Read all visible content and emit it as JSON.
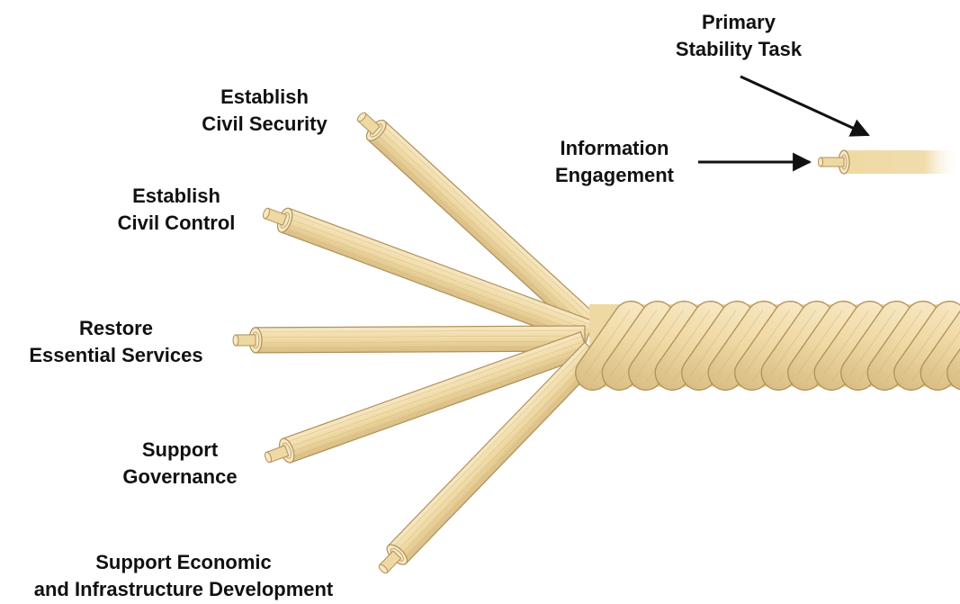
{
  "labels": {
    "primary_task": [
      "Primary",
      "Stability Task"
    ],
    "information_engagement": [
      "Information",
      "Engagement"
    ],
    "civil_security": [
      "Establish",
      "Civil Security"
    ],
    "civil_control": [
      "Establish",
      "Civil Control"
    ],
    "essential_services": [
      "Restore",
      "Essential Services"
    ],
    "governance": [
      "Support",
      "Governance"
    ],
    "economic": [
      "Support Economic",
      "and Infrastructure Development"
    ]
  },
  "colors": {
    "strand_fill": "#efd9a3",
    "strand_fill_light": "#f7e8c3",
    "strand_stroke": "#b0905a",
    "strand_shade": "#c9ad77",
    "arrow": "#111111",
    "text": "#111111"
  }
}
